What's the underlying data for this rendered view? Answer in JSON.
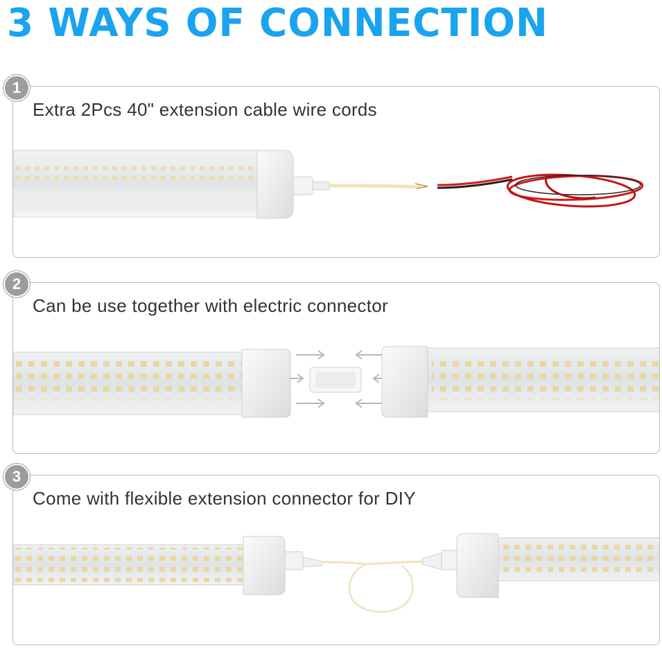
{
  "title": "3 WAYS OF CONNECTION",
  "steps": [
    {
      "number": "1",
      "caption": "Extra 2Pcs 40\" extension cable wire cords"
    },
    {
      "number": "2",
      "caption": "Can be use together with electric connector"
    },
    {
      "number": "3",
      "caption": "Come with flexible extension connector for DIY"
    }
  ],
  "colors": {
    "title": "#1aa3ee",
    "badge": "#9c9c9c",
    "panel_border": "#b9b9b9",
    "led": "#f2e6b8",
    "red_wire": "#d11a1a"
  }
}
